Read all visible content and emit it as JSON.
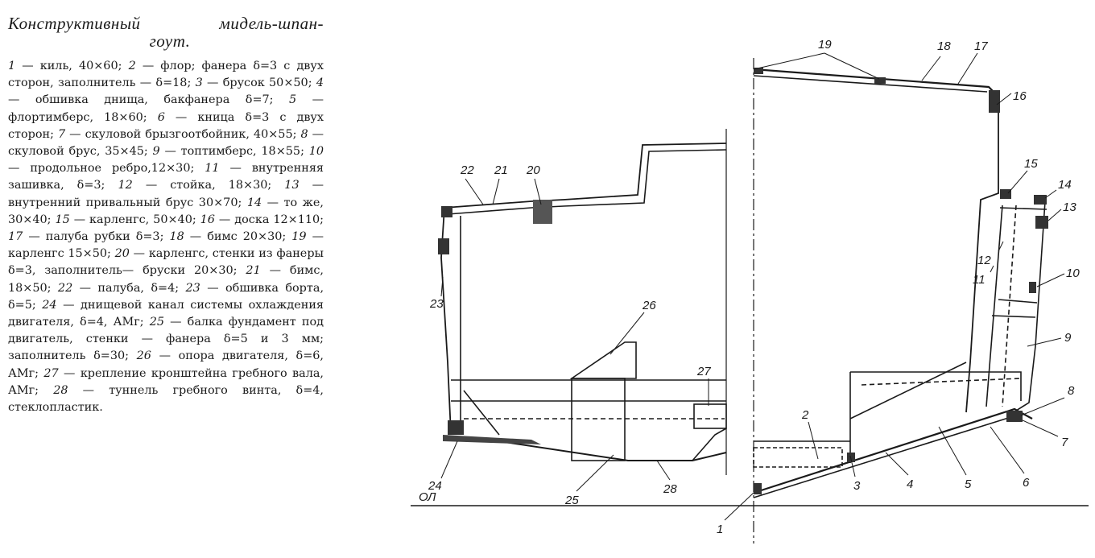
{
  "title_line1": "Конструктивный мидель-шпан-",
  "title_line2": "гоут.",
  "legend": [
    {
      "n": "1",
      "t": "киль, 40×60;"
    },
    {
      "n": "2",
      "t": "флор; фанера δ=3 с двух сторон, заполнитель — δ=18;"
    },
    {
      "n": "3",
      "t": "брусок 50×50;"
    },
    {
      "n": "4",
      "t": "обшивка днища, бакфанера δ=7;"
    },
    {
      "n": "5",
      "t": "флортимберс, 18×60;"
    },
    {
      "n": "6",
      "t": "кница δ=3 с двух сторон;"
    },
    {
      "n": "7",
      "t": "скуловой брызгоотбойник, 40×55;"
    },
    {
      "n": "8",
      "t": "скуловой брус, 35×45;"
    },
    {
      "n": "9",
      "t": "топтимберс, 18×55;"
    },
    {
      "n": "10",
      "t": "продольное ребро,12×30;"
    },
    {
      "n": "11",
      "t": "внутренняя зашивка, δ=3;"
    },
    {
      "n": "12",
      "t": "стойка, 18×30;"
    },
    {
      "n": "13",
      "t": "внутренний привальный брус 30×70;"
    },
    {
      "n": "14",
      "t": "то же, 30×40;"
    },
    {
      "n": "15",
      "t": "карленгс, 50×40;"
    },
    {
      "n": "16",
      "t": "доска 12×110;"
    },
    {
      "n": "17",
      "t": "палуба рубки δ=3;"
    },
    {
      "n": "18",
      "t": "бимс 20×30;"
    },
    {
      "n": "19",
      "t": "карленгс 15×50;"
    },
    {
      "n": "20",
      "t": "карленгс, стенки из фанеры δ=3, заполнитель— бруски 20×30;"
    },
    {
      "n": "21",
      "t": "бимс, 18×50;"
    },
    {
      "n": "22",
      "t": "палуба, δ=4;"
    },
    {
      "n": "23",
      "t": "обшивка борта, δ=5;"
    },
    {
      "n": "24",
      "t": "днищевой канал системы охлаждения двигателя, δ=4, АМг;"
    },
    {
      "n": "25",
      "t": "балка фундамент под двигатель, стенки — фанера δ=5 и 3 мм; заполнитель δ=30;"
    },
    {
      "n": "26",
      "t": "опора двигателя, δ=6, АМг;"
    },
    {
      "n": "27",
      "t": "крепление кронштейна гребного вала, АМг;"
    },
    {
      "n": "28",
      "t": "туннель гребного винта, δ=4, стеклопластик."
    }
  ],
  "drawing": {
    "baseline_label": "ОЛ",
    "callouts": [
      "1",
      "2",
      "3",
      "4",
      "5",
      "6",
      "7",
      "8",
      "9",
      "10",
      "11",
      "12",
      "13",
      "14",
      "15",
      "16",
      "17",
      "18",
      "19",
      "20",
      "21",
      "22",
      "23",
      "24",
      "25",
      "26",
      "27",
      "28"
    ]
  }
}
